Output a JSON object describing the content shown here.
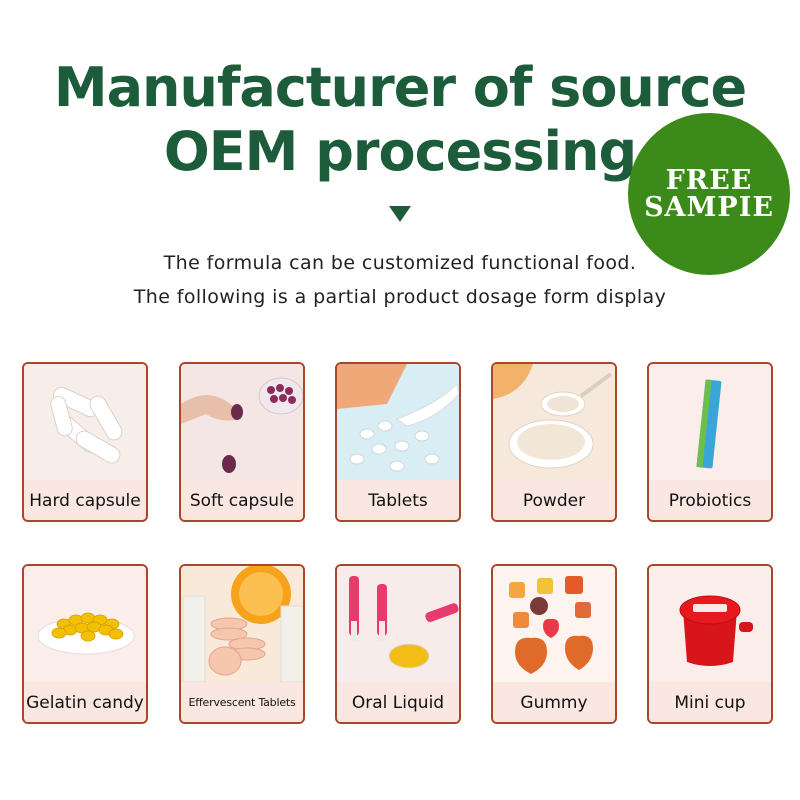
{
  "header": {
    "title_line1": "Manufacturer of source",
    "title_line2": "OEM processing",
    "subtitle_line1": "The formula can be customized functional food.",
    "subtitle_line2": "The following is a partial product dosage form display"
  },
  "badge": {
    "line1": "FREE",
    "line2": "SAMPIE",
    "color": "#3c8a1a"
  },
  "colors": {
    "title": "#1d5c3a",
    "card_border": "#a9472d",
    "card_bg": "#fbe7e1"
  },
  "products": [
    {
      "label": "Hard capsule",
      "icon": "capsule-icon"
    },
    {
      "label": "Soft capsule",
      "icon": "softgel-icon"
    },
    {
      "label": "Tablets",
      "icon": "tablet-icon"
    },
    {
      "label": "Powder",
      "icon": "powder-icon"
    },
    {
      "label": "Probiotics",
      "icon": "sachet-icon"
    },
    {
      "label": "Gelatin candy",
      "icon": "gelatin-icon"
    },
    {
      "label": "Effervescent Tablets",
      "icon": "effervescent-icon"
    },
    {
      "label": "Oral Liquid",
      "icon": "dropper-icon"
    },
    {
      "label": "Gummy",
      "icon": "gummy-icon"
    },
    {
      "label": "Mini cup",
      "icon": "cup-icon"
    }
  ]
}
